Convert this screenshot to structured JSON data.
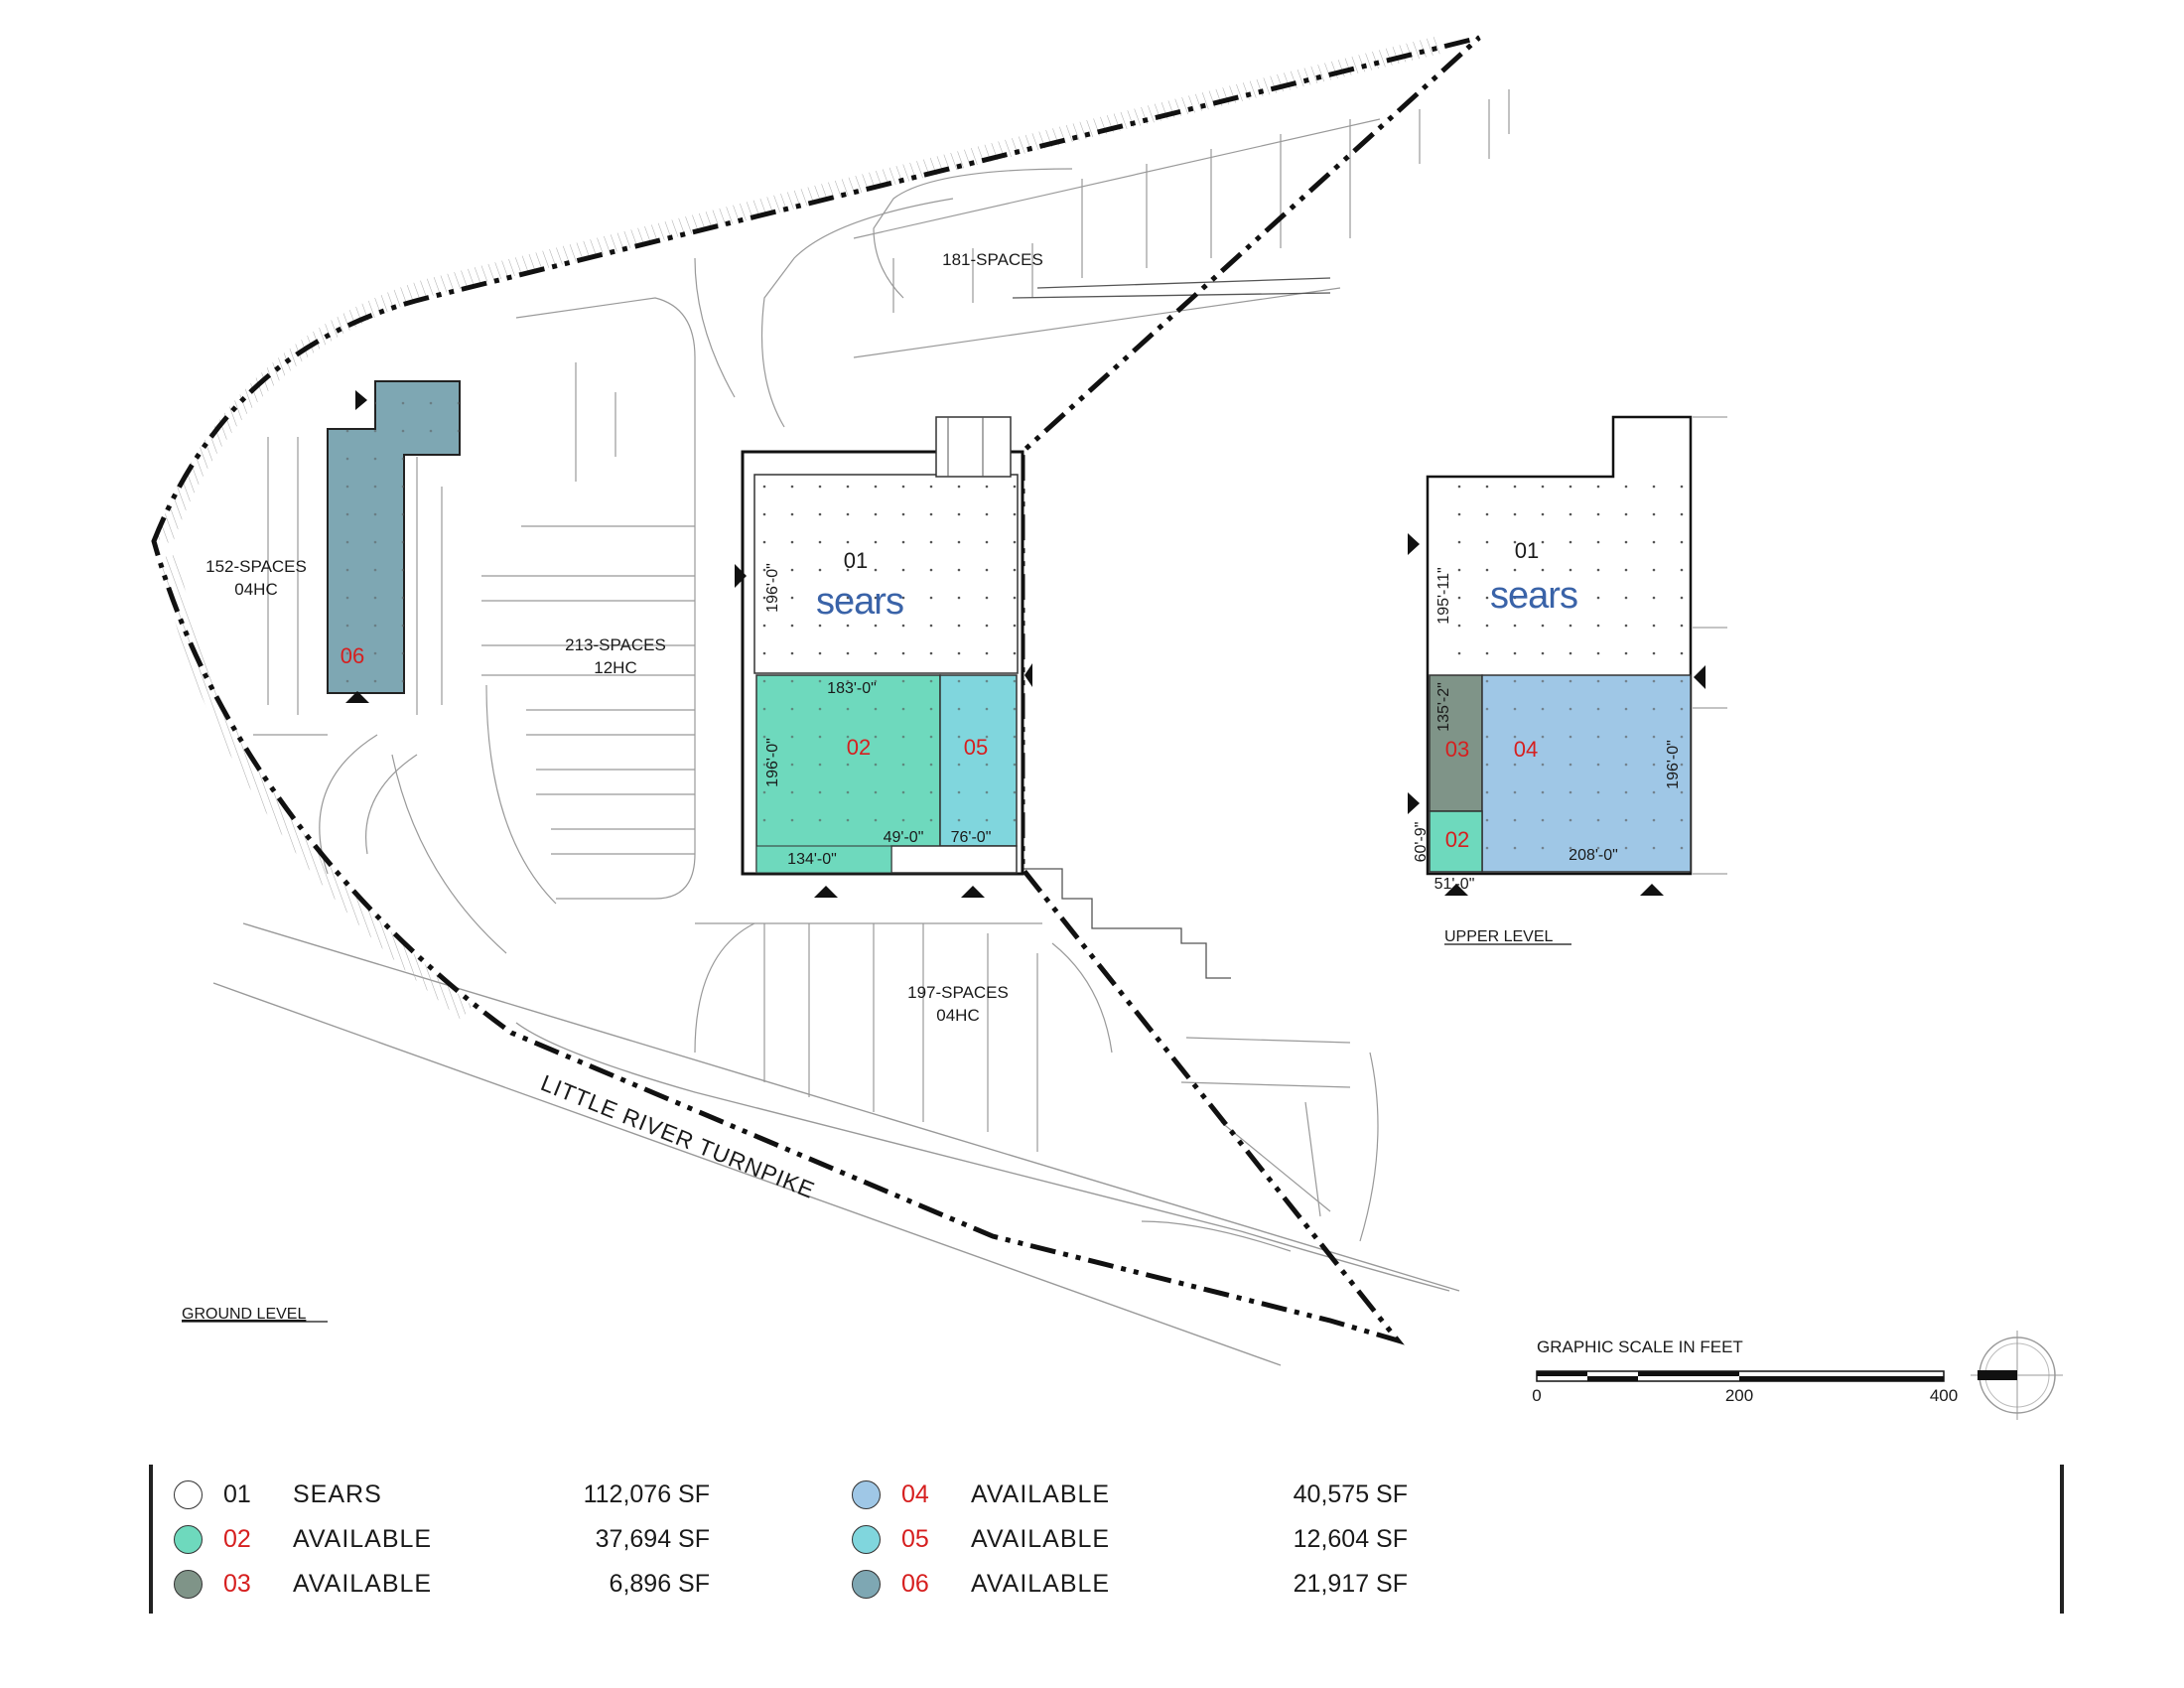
{
  "labels": {
    "ground_level": "GROUND LEVEL",
    "upper_level": "UPPER LEVEL",
    "road": "LITTLE RIVER TURNPIKE",
    "scale_title": "GRAPHIC SCALE IN FEET",
    "scale_0": "0",
    "scale_200": "200",
    "scale_400": "400"
  },
  "parking": {
    "lot_181": "181-SPACES",
    "lot_152": "152-SPACES",
    "lot_152_hc": "04HC",
    "lot_213": "213-SPACES",
    "lot_213_hc": "12HC",
    "lot_197": "197-SPACES",
    "lot_197_hc": "04HC"
  },
  "ground": {
    "unit01": "01",
    "sears": "sears",
    "unit02": "02",
    "unit05": "05",
    "unit06": "06",
    "dim_196_top": "196'-0\"",
    "dim_183": "183'-0\"",
    "dim_196_left": "196'-0\"",
    "dim_49": "49'-0\"",
    "dim_76": "76'-0\"",
    "dim_134": "134'-0\""
  },
  "upper": {
    "unit01": "01",
    "sears": "sears",
    "unit03": "03",
    "unit04": "04",
    "unit02": "02",
    "dim_195": "195'-11\"",
    "dim_135": "135'-2\"",
    "dim_196": "196'-0\"",
    "dim_60": "60'-9\"",
    "dim_208": "208'-0\"",
    "dim_51": "51'-0\""
  },
  "colors": {
    "u01": "#ffffff",
    "u02": "#6ed9bd",
    "u03": "#7f9488",
    "u04": "#9fc7e6",
    "u05": "#80d6dd",
    "u06": "#7ea7b3",
    "unit_number": "#d61f1f",
    "sears_logo": "#3a63a8"
  },
  "legend": {
    "left": [
      {
        "num": "01",
        "name": "SEARS",
        "sf": "112,076 SF",
        "color": "#ffffff"
      },
      {
        "num": "02",
        "name": "AVAILABLE",
        "sf": "37,694 SF",
        "color": "#6ed9bd"
      },
      {
        "num": "03",
        "name": "AVAILABLE",
        "sf": "6,896 SF",
        "color": "#7f9488"
      }
    ],
    "right": [
      {
        "num": "04",
        "name": "AVAILABLE",
        "sf": "40,575  SF",
        "color": "#9fc7e6"
      },
      {
        "num": "05",
        "name": "AVAILABLE",
        "sf": "12,604  SF",
        "color": "#80d6dd"
      },
      {
        "num": "06",
        "name": "AVAILABLE",
        "sf": "21,917  SF",
        "color": "#7ea7b3"
      }
    ]
  }
}
